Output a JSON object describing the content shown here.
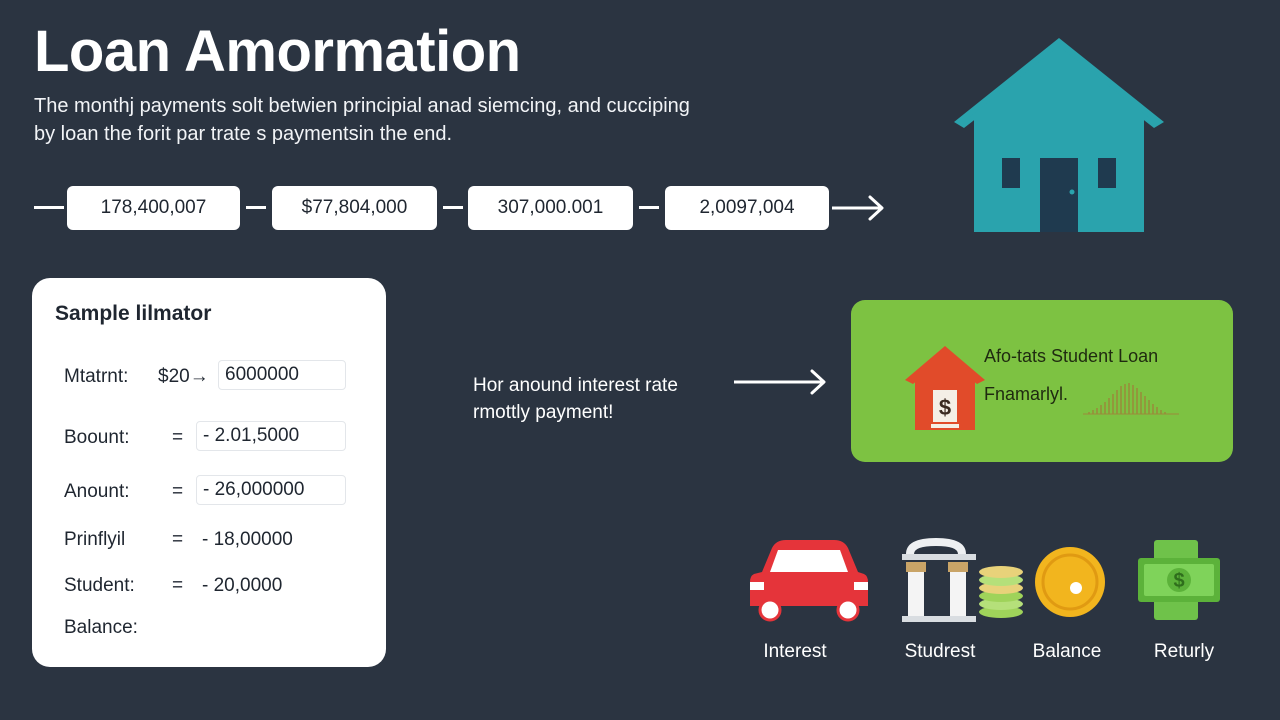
{
  "header": {
    "title": "Loan Amormation",
    "subtitle": "The monthj payments solt betwien principial anad siemcing, and cucciping by loan the forit par trate s paymentsin the end."
  },
  "flow": {
    "steps": [
      "178,400,007",
      "$77,804,000",
      "307,000.001",
      "2,0097,004"
    ]
  },
  "calculator": {
    "title": "Sample lilmator",
    "rows": [
      {
        "label": "Mtatrnt:",
        "prefix": "$20→",
        "value": "6000000"
      },
      {
        "label": "Boount:",
        "prefix": "=",
        "value": "- 2.01,5000"
      },
      {
        "label": "Anount:",
        "prefix": "=",
        "value": "- 26,000000"
      },
      {
        "label": "Prinflyil",
        "prefix": "=",
        "value": "- 18,00000"
      },
      {
        "label": "Student:",
        "prefix": "=",
        "value": "- 20,0000"
      },
      {
        "label": "Balance:"
      }
    ]
  },
  "hint": {
    "line1": "Hor anound interest rate",
    "line2": "rmottly payment!"
  },
  "green_card": {
    "title": "Afo-tats Student Loan",
    "subtitle": "Fnamarlyl.",
    "icon": "dollar-house-icon",
    "color": "#7dc242"
  },
  "categories": [
    {
      "label": "Interest",
      "icon": "car-icon"
    },
    {
      "label": "Studrest",
      "icon": "columns-icon"
    },
    {
      "label": "Balance",
      "icon": "coin-icon"
    },
    {
      "label": "Returly",
      "icon": "cash-icon"
    }
  ],
  "colors": {
    "background": "#2b3441",
    "house": "#2aa3ad",
    "accent_green": "#7dc242",
    "car": "#e5343a",
    "coin": "#f2b51e"
  }
}
